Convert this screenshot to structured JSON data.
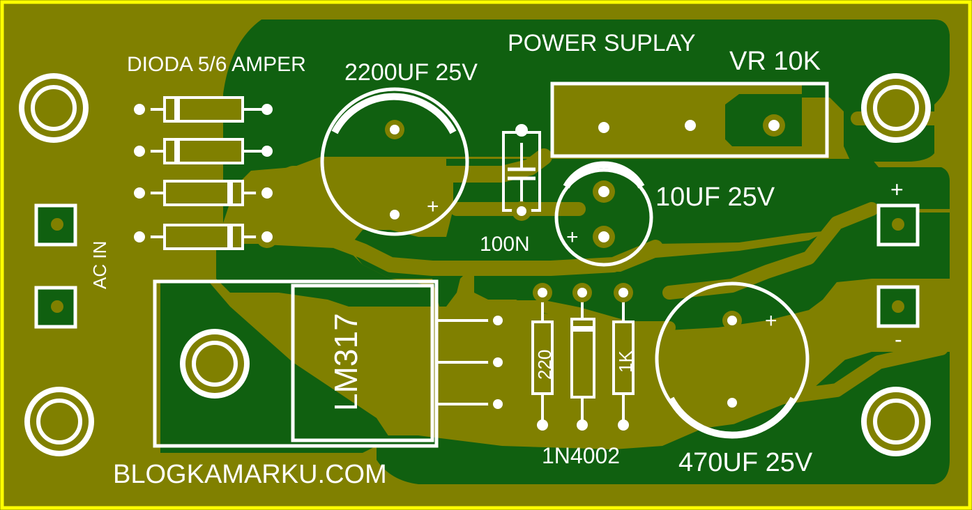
{
  "board": {
    "colors": {
      "board": "#808000",
      "copper_fill": "#106010",
      "silkscreen": "#ffffff",
      "outline": "#ffff00"
    }
  },
  "labels": {
    "title": "POWER SUPLAY",
    "diode_bridge": "DIODA 5/6 AMPER",
    "cap_main": "2200UF 25V",
    "trimmer": "VR 10K",
    "cap_100n": "100N",
    "cap_10uf": "10UF 25V",
    "regulator": "LM317",
    "resistor_220": "220",
    "diode_protect": "1N4002",
    "resistor_1k": "1K",
    "cap_output": "470UF 25V",
    "ac_in": "AC IN",
    "site": "BLOGKAMARKU.COM",
    "plus": "+",
    "minus": "-"
  }
}
